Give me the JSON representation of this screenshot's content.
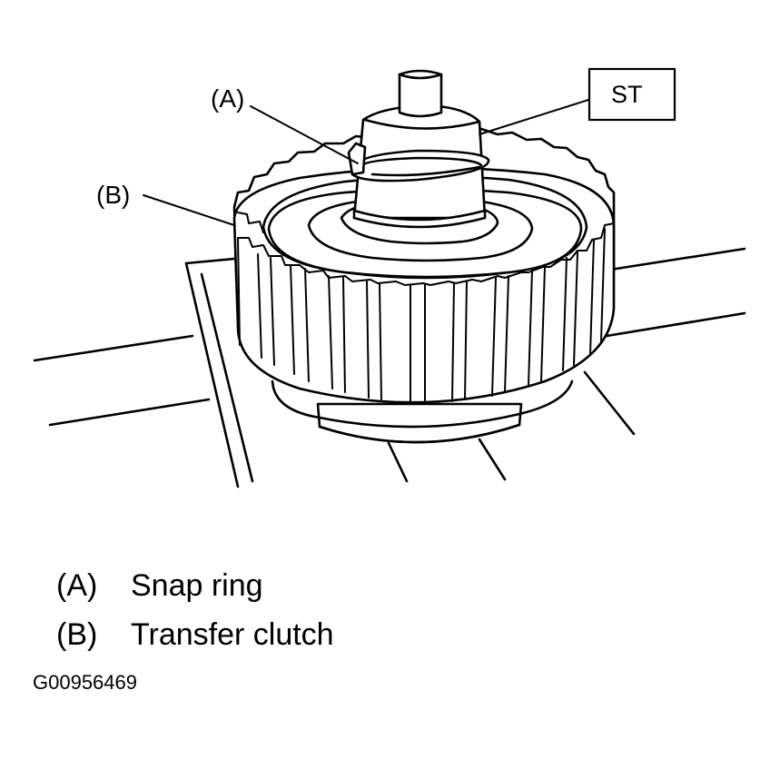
{
  "callouts": {
    "a": "(A)",
    "b": "(B)",
    "st": "ST"
  },
  "legend": [
    {
      "key": "(A)",
      "label": "Snap ring"
    },
    {
      "key": "(B)",
      "label": "Transfer clutch"
    }
  ],
  "figure_id": "G00956469"
}
